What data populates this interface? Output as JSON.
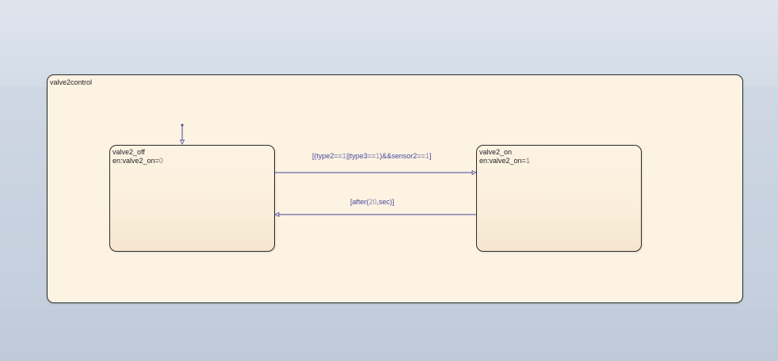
{
  "chart": {
    "name": "valve2control"
  },
  "states": {
    "off": {
      "name": "valve2_off",
      "action_prefix": "en:valve2_on=",
      "action_value": "0"
    },
    "on": {
      "name": "valve2_on",
      "action_prefix": "en:valve2_on=",
      "action_value": "1"
    }
  },
  "transitions": {
    "off_to_on": {
      "p1": "[(type2==",
      "n1": "1",
      "p2": "||type3==",
      "n2": "1",
      "p3": ")&&sensor2==",
      "n3": "1",
      "p4": "]"
    },
    "on_to_off": {
      "p1": "[after(",
      "n1": "20",
      "p2": ",sec)]"
    }
  },
  "colors": {
    "chart_fill": "#fdf3e3",
    "transition": "#45459a",
    "border": "#2b2b2b"
  }
}
